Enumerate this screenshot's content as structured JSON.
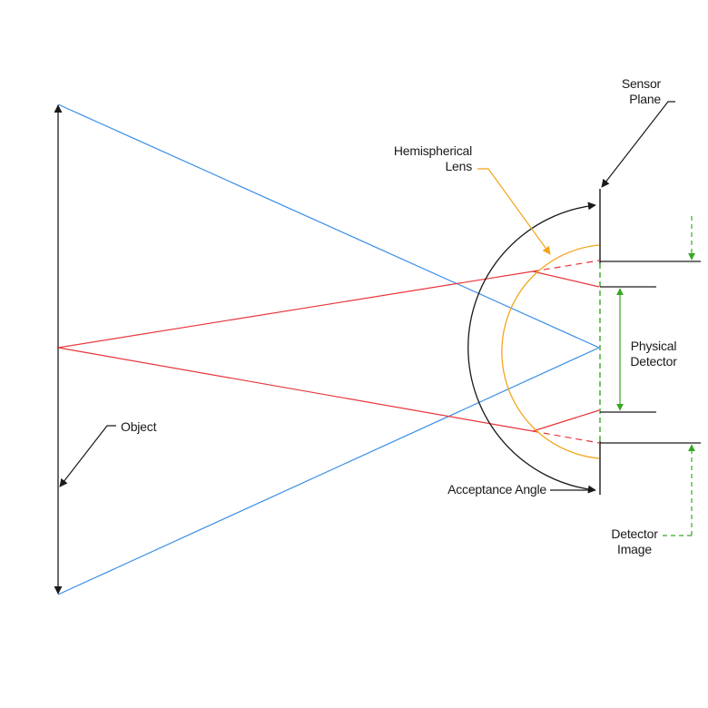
{
  "labels": {
    "sensor_plane": [
      "Sensor",
      "Plane"
    ],
    "hemispherical_lens": [
      "Hemispherical",
      "Lens"
    ],
    "physical_detector": [
      "Physical",
      "Detector"
    ],
    "object": "Object",
    "acceptance_angle": "Acceptance Angle",
    "detector_image": [
      "Detector",
      "Image"
    ]
  },
  "colors": {
    "ray_blue": "#3a8ee6",
    "ray_red": "#e8363a",
    "lens_orange": "#f2a51a",
    "detector_green": "#3aa826",
    "line_black": "#1a1a1a"
  }
}
